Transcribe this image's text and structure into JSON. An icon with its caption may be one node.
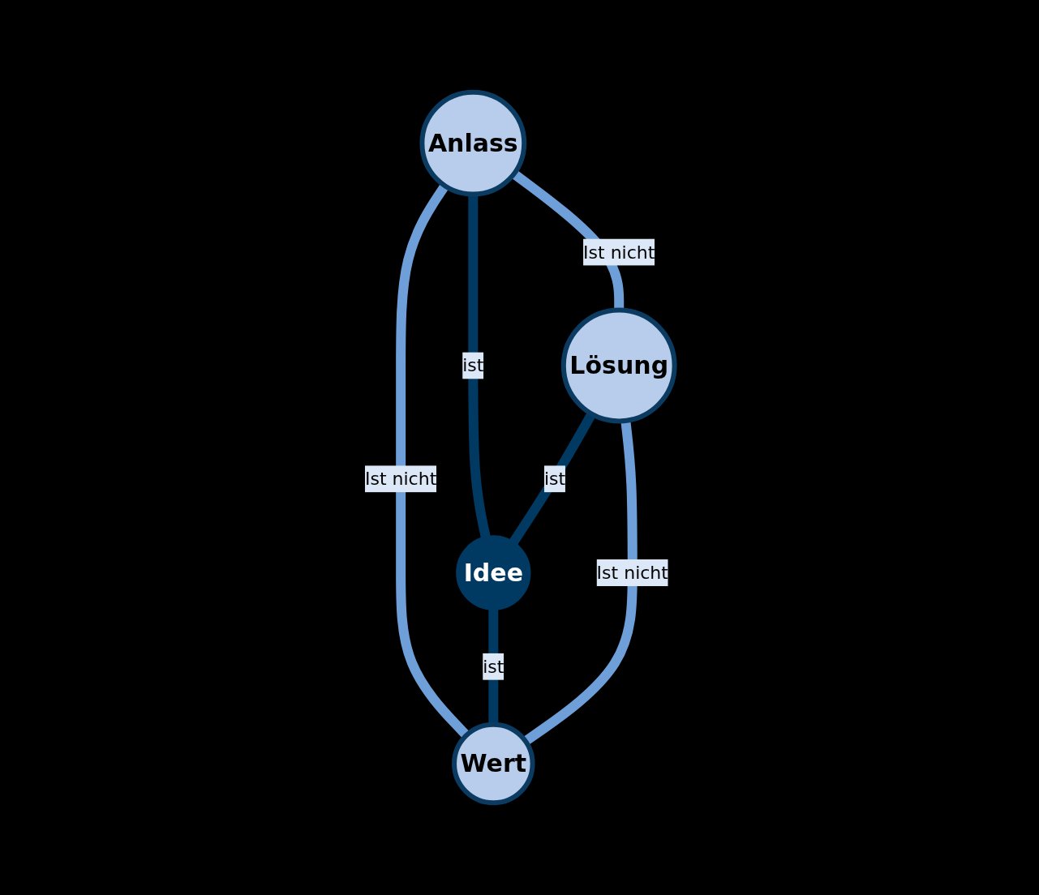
{
  "diagram": {
    "nodes": [
      {
        "text": [
          "Anlass"
        ]
      },
      {
        "text": [
          "Lösung"
        ]
      },
      {
        "text": [
          "Idee"
        ]
      },
      {
        "text": [
          "Wert"
        ]
      }
    ],
    "edges": [
      {
        "from": 0,
        "to": 1,
        "arrow": "none",
        "label": "Ist nicht"
      },
      {
        "from": 0,
        "to": 2,
        "arrow": "none",
        "label": "ist",
        "color": "#003a63"
      },
      {
        "from": 1,
        "to": 2,
        "arrow": "none",
        "label": "ist",
        "color": "#003a63"
      },
      {
        "from": 0,
        "to": 3,
        "arrow": "none",
        "label": "Ist nicht"
      },
      {
        "from": 2,
        "to": 3,
        "arrow": "none",
        "label": "ist",
        "color": "#003a63"
      },
      {
        "from": 1,
        "to": 3,
        "arrow": "none",
        "label": "Ist nicht"
      }
    ]
  }
}
